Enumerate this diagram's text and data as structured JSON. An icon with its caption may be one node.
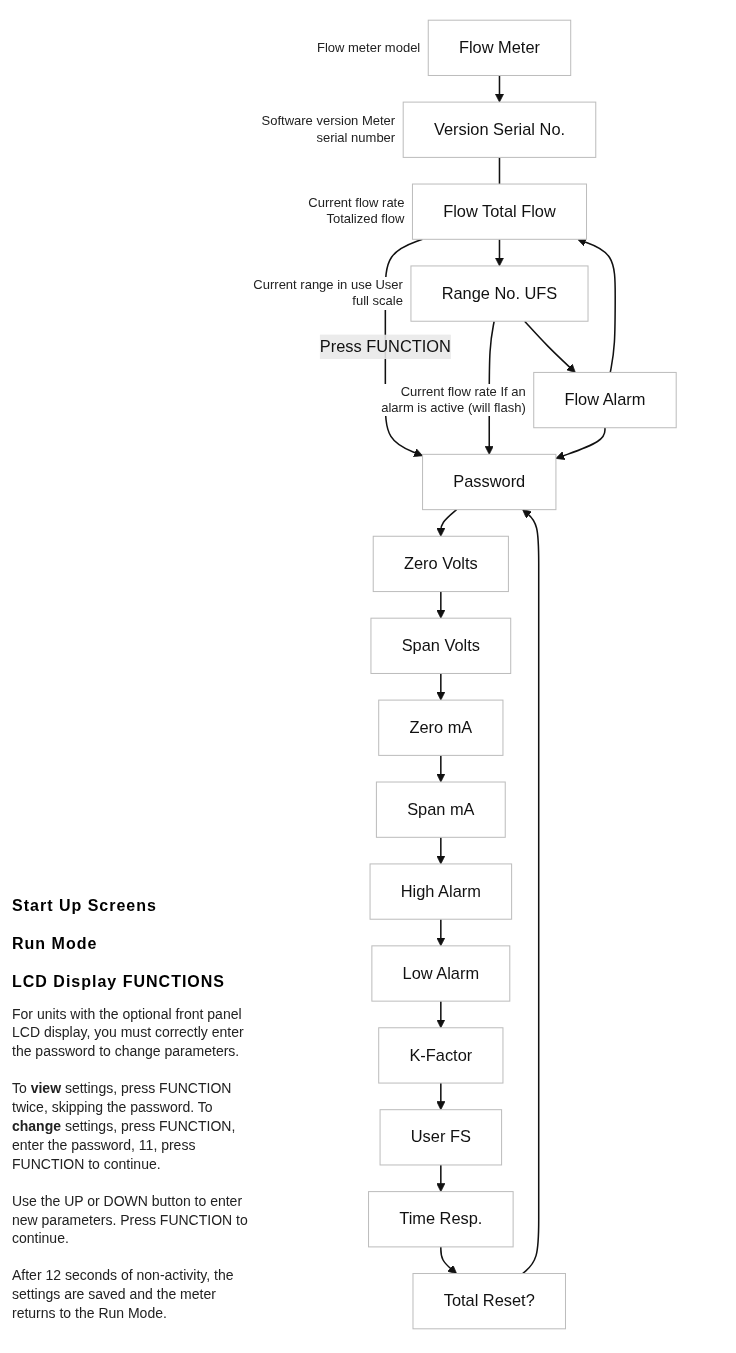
{
  "diagram": {
    "nodes": [
      {
        "text": [
          "Flow Meter"
        ],
        "beside": [
          "Flow meter model"
        ]
      },
      {
        "text": [
          "Version Serial No."
        ],
        "beside": [
          "Software version Meter serial number"
        ]
      },
      {
        "text": [
          "Flow Total Flow"
        ],
        "beside": [
          "Current flow rate Totalized flow"
        ]
      },
      {
        "text": [
          "Range No. UFS"
        ],
        "beside": [
          "Current range in use User full scale"
        ]
      },
      {
        "text": [
          "Flow Alarm"
        ],
        "beside": [
          "Current flow rate If an alarm is active (will flash)"
        ]
      },
      {
        "text": [
          "Password"
        ]
      },
      {
        "text": [
          "Zero Volts"
        ]
      },
      {
        "text": [
          "Span Volts"
        ]
      },
      {
        "text": [
          "Zero mA"
        ]
      },
      {
        "text": [
          "Span mA"
        ]
      },
      {
        "text": [
          "High Alarm"
        ]
      },
      {
        "text": [
          "Low Alarm"
        ]
      },
      {
        "text": [
          "K-Factor"
        ]
      },
      {
        "text": [
          "User FS"
        ]
      },
      {
        "text": [
          "Time Resp."
        ]
      },
      {
        "text": [
          "Total Reset?"
        ]
      }
    ],
    "edges": [
      {
        "from": 0,
        "to": 1,
        "arrow": "to"
      },
      {
        "from": 1,
        "to": 2,
        "arrow": "none"
      },
      {
        "from": 2,
        "to": 3,
        "arrow": "to"
      },
      {
        "from": 3,
        "to": 4,
        "arrow": "to"
      },
      {
        "from": 4,
        "to": 2,
        "arrow": "to"
      },
      {
        "from": 2,
        "to": 5,
        "arrow": "to",
        "label": "Press FUNCTION"
      },
      {
        "from": 3,
        "to": 5,
        "arrow": "to"
      },
      {
        "from": 4,
        "to": 5,
        "arrow": "to"
      },
      {
        "from": 5,
        "to": 6,
        "arrow": "to"
      },
      {
        "from": 6,
        "to": 7,
        "arrow": "to"
      },
      {
        "from": 7,
        "to": 8,
        "arrow": "to"
      },
      {
        "from": 8,
        "to": 9,
        "arrow": "to"
      },
      {
        "from": 9,
        "to": 10,
        "arrow": "to"
      },
      {
        "from": 10,
        "to": 11,
        "arrow": "to"
      },
      {
        "from": 11,
        "to": 12,
        "arrow": "to"
      },
      {
        "from": 12,
        "to": 13,
        "arrow": "to"
      },
      {
        "from": 13,
        "to": 14,
        "arrow": "to"
      },
      {
        "from": 14,
        "to": 15,
        "arrow": "to"
      },
      {
        "from": 15,
        "to": 5,
        "arrow": "to"
      }
    ],
    "labels": [
      "Start Up Screens",
      "Run Mode",
      "LCD Display FUNCTIONS",
      "For units with the optional front panel LCD display, you must correctly enter the password to change parameters.",
      "To **view** settings, press FUNCTION twice, skipping the password. To **change** settings, press FUNCTION, enter the password, 11, press FUNCTION to continue.",
      "Use the UP or DOWN button to enter new parameters. Press FUNCTION to continue.",
      "After 12 seconds of non-activity, the settings are saved and the meter returns to the Run Mode."
    ]
  }
}
